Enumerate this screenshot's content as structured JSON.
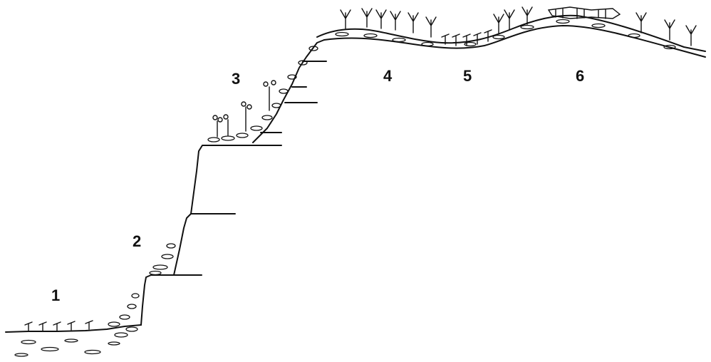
{
  "diagram": {
    "zone_labels": [
      "1",
      "2",
      "3",
      "4",
      "5",
      "6"
    ]
  },
  "colors": {
    "ink": "#111111",
    "background": "#ffffff"
  }
}
